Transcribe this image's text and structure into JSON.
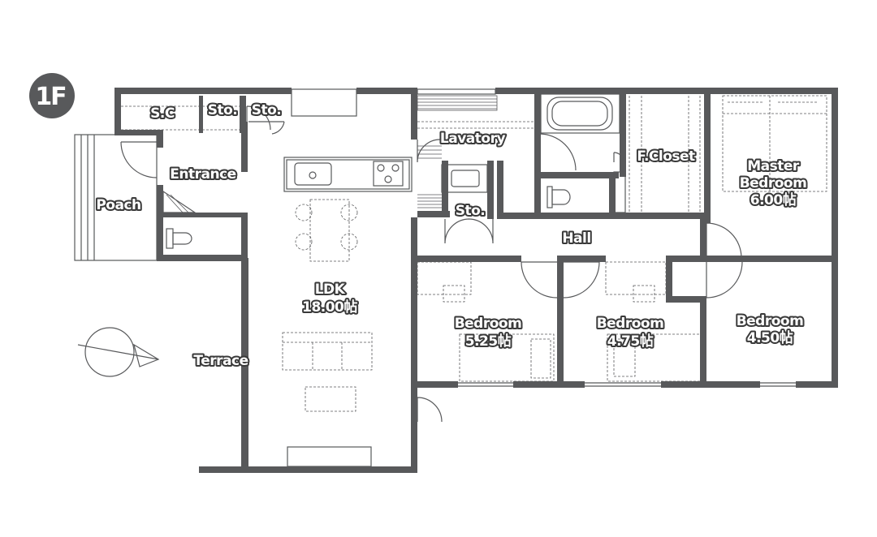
{
  "floor": {
    "label": "1F"
  },
  "rooms": {
    "sc": "S.C",
    "sto_1": "Sto.",
    "sto_2": "Sto.",
    "sto_3": "Sto.",
    "lavatory": "Lavatory",
    "f_closet": "F.Closet",
    "master_bedroom": {
      "line1": "Master",
      "line2": "Bedroom",
      "line3": "6.00帖"
    },
    "entrance": "Entrance",
    "poach": "Poach",
    "hall": "Hall",
    "ldk": {
      "line1": "LDK",
      "line2": "18.00帖"
    },
    "bedroom_a": {
      "line1": "Bedroom",
      "line2": "5.25帖"
    },
    "bedroom_b": {
      "line1": "Bedroom",
      "line2": "4.75帖"
    },
    "bedroom_c": {
      "line1": "Bedroom",
      "line2": "4.50帖"
    },
    "terrace": "Terrace"
  },
  "colors": {
    "wall": "#58595b",
    "label_fill": "#ffffff",
    "label_outline": "#3a3a3a"
  },
  "icons": {
    "north_arrow": "compass-north-icon"
  }
}
